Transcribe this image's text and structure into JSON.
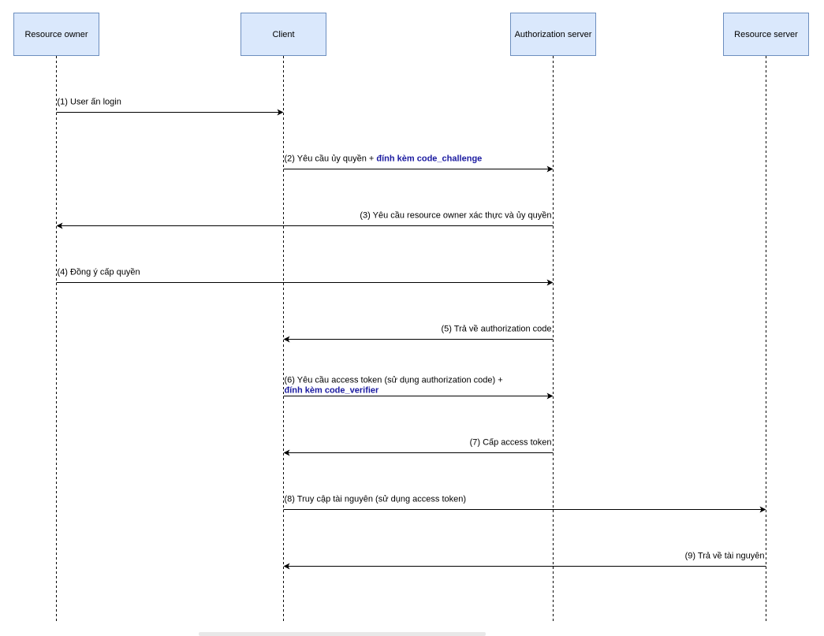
{
  "colors": {
    "actor_fill": "#dae8fc",
    "actor_stroke": "#6c8ebf",
    "accent_text": "#1a1aa0"
  },
  "actors": [
    {
      "id": "owner",
      "label": "Resource owner"
    },
    {
      "id": "client",
      "label": "Client"
    },
    {
      "id": "auth",
      "label": "Authorization server"
    },
    {
      "id": "rs",
      "label": "Resource server"
    }
  ],
  "messages": [
    {
      "from": "owner",
      "to": "client",
      "text": "(1) User ấn login"
    },
    {
      "from": "client",
      "to": "auth",
      "text": "(2) Yêu cầu ủy quyền + ",
      "accent": "đính kèm code_challenge"
    },
    {
      "from": "auth",
      "to": "owner",
      "text": "(3) Yêu cầu resource owner xác thực và ủy quyền"
    },
    {
      "from": "owner",
      "to": "auth",
      "text": "(4) Đồng ý cấp quyền"
    },
    {
      "from": "auth",
      "to": "client",
      "text": "(5) Trả về authorization code"
    },
    {
      "from": "client",
      "to": "auth",
      "text": "(6) Yêu cầu access token (sử dụng authorization code) +",
      "accent": "đính kèm code_verifier"
    },
    {
      "from": "auth",
      "to": "client",
      "text": "(7) Cấp access token"
    },
    {
      "from": "client",
      "to": "rs",
      "text": "(8) Truy cập tài nguyên (sử dụng access token)"
    },
    {
      "from": "rs",
      "to": "client",
      "text": "(9) Trả về tài nguyên"
    }
  ]
}
